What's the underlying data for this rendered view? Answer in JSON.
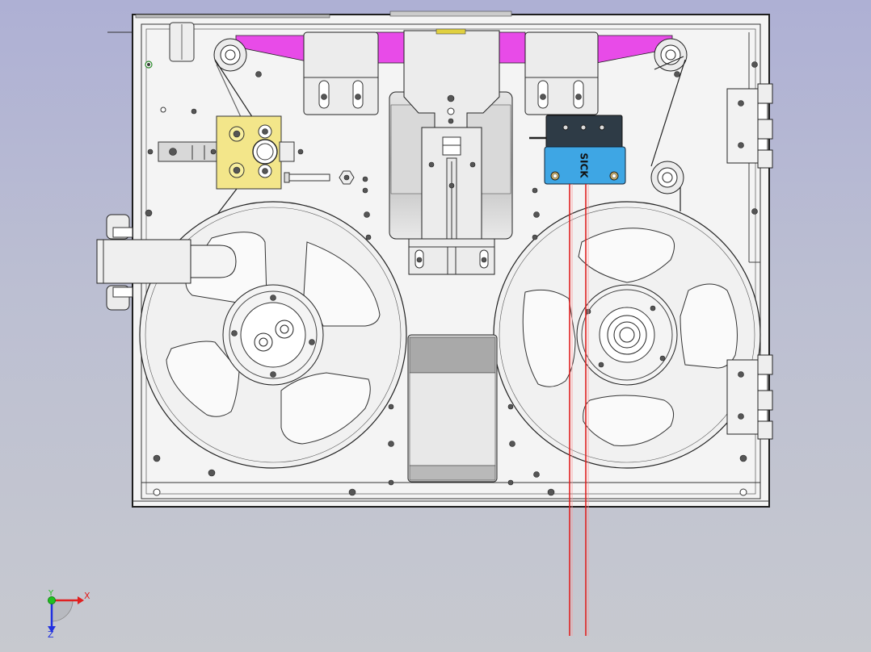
{
  "viewport": {
    "background_top": "#aeb0d4",
    "background_bottom": "#c7c9cf"
  },
  "colors": {
    "belt": "#e84be8",
    "sensor_body": "#3ea6e4",
    "sensor_cap": "#2e3b46",
    "sensor_beam": "#e02020",
    "clamp_block": "#f3e68a",
    "plate": "#f4f4f4",
    "outline": "#1e1e1e",
    "axis_x": "#e02020",
    "axis_y": "#20c020",
    "axis_z": "#2030e0"
  },
  "sensor": {
    "brand_label": "SICK"
  },
  "triad": {
    "x_label": "X",
    "y_label": "Y",
    "z_label": "Z"
  },
  "icons": {
    "reel_left": "reel-icon",
    "reel_right": "reel-icon",
    "hinge": "hinge-icon",
    "triad": "coordinate-triad-icon"
  }
}
